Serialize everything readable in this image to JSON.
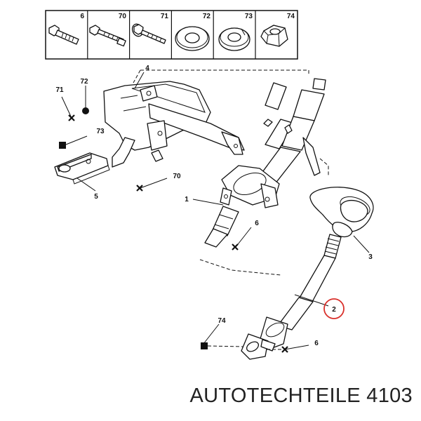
{
  "legend": {
    "items": [
      {
        "number": "6",
        "icon": "hex-bolt-icon"
      },
      {
        "number": "70",
        "icon": "long-bolt-icon"
      },
      {
        "number": "71",
        "icon": "flange-bolt-icon"
      },
      {
        "number": "72",
        "icon": "flat-washer-icon"
      },
      {
        "number": "73",
        "icon": "spring-washer-icon"
      },
      {
        "number": "74",
        "icon": "hex-nut-icon"
      }
    ]
  },
  "callouts": {
    "c1": "1",
    "c2": "2",
    "c3": "3",
    "c4": "4",
    "c5": "5",
    "c6a": "6",
    "c6b": "6",
    "c70": "70",
    "c71": "71",
    "c72": "72",
    "c73": "73",
    "c74": "74"
  },
  "highlight": {
    "callout": "2",
    "color": "#d9302b"
  },
  "footer": {
    "text": "AUTOTECHTEILE 4103"
  }
}
